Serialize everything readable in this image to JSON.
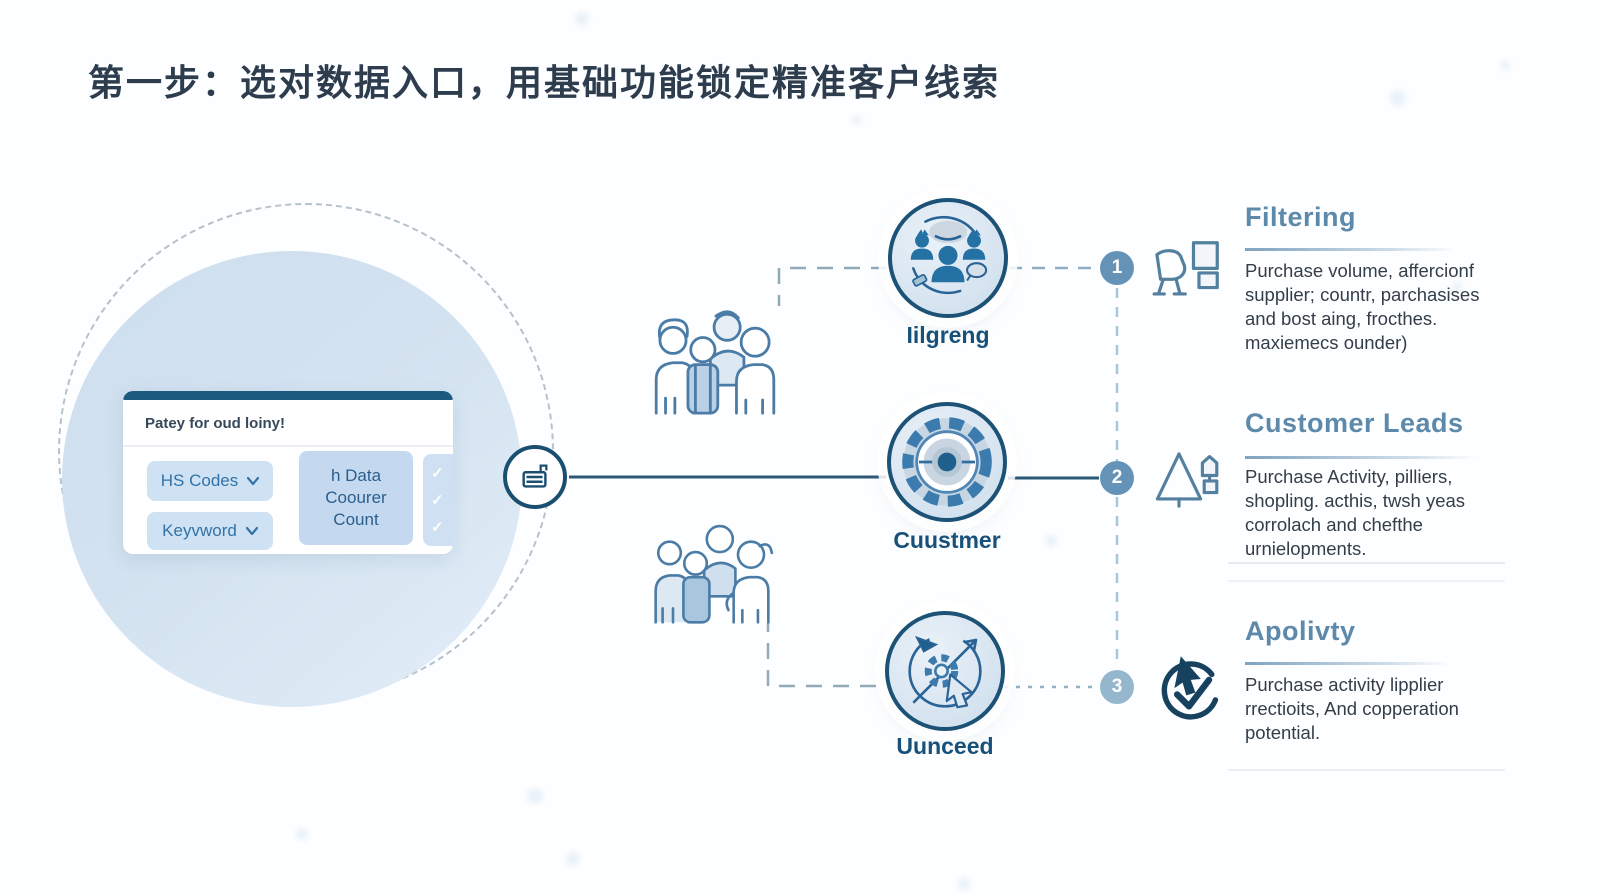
{
  "title": "第一步：选对数据入口，用基础功能锁定精准客户线索",
  "search_card": {
    "header": "Patey for oud loiny!",
    "buttons": [
      {
        "label": "HS Codes"
      },
      {
        "label": "Keyvword"
      }
    ],
    "panel_label": "h Data\nCoourer\nCount",
    "checks": [
      "✓",
      "✓",
      "✓"
    ]
  },
  "nodes": [
    {
      "label": "Iilgreng",
      "icon": "people-network-icon"
    },
    {
      "label": "Cuustmer",
      "icon": "target-gear-icon"
    },
    {
      "label": "Uunceed",
      "icon": "gear-cursor-icon"
    }
  ],
  "badges": [
    "1",
    "2",
    "3"
  ],
  "sections": [
    {
      "title": "Filtering",
      "icon": "cart-icon",
      "body": "Purchase volume, affercionf\nsupplier; countr, parchasises\nand bost aing, frocthes.\nmaxiemecs ounder)"
    },
    {
      "title": "Customer Leads",
      "icon": "funnel-icon",
      "body": "Purchase Activity, pilliers,\nshopling. acthis, twsh yeas\ncorrolach and chefthe\nurnielopments."
    },
    {
      "title": "Apolivty",
      "icon": "cursor-check-icon",
      "body": "Purchase activity lipplier\nrrectioits, And copperation\npotential."
    }
  ],
  "colors": {
    "accent_dark": "#1b4f72",
    "accent_mid": "#3173a9",
    "badge_blue": "#6493b7",
    "panel_blue": "#c4d9ef",
    "title_text": "#2d3d4e",
    "section_title": "#5d89ab"
  }
}
